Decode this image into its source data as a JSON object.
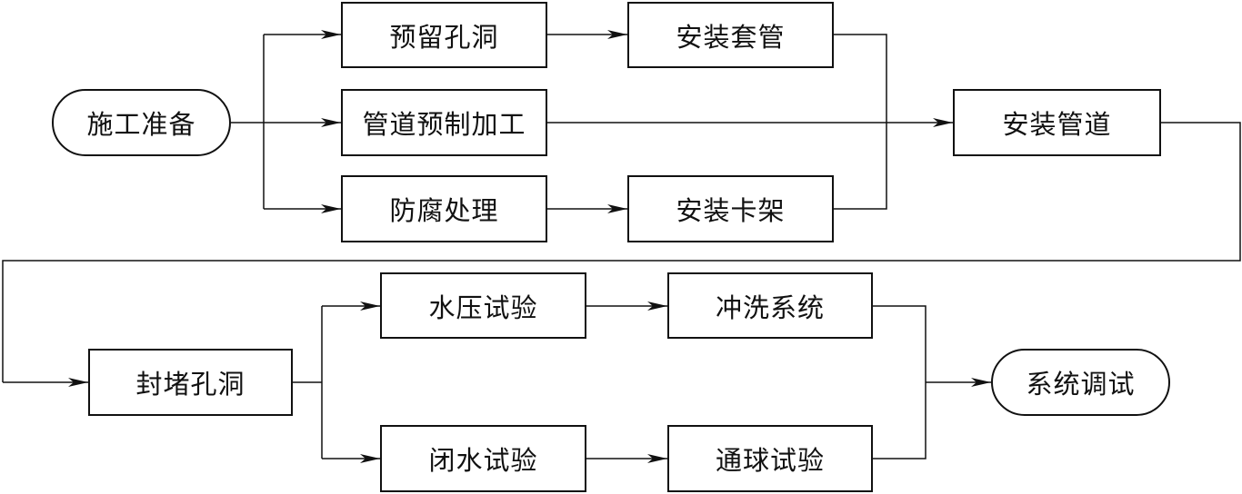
{
  "nodes": {
    "start": "施工准备",
    "reserve_holes": "预留孔洞",
    "install_sleeve": "安装套管",
    "pipe_prefab": "管道预制加工",
    "install_pipe": "安装管道",
    "anticorrosion": "防腐处理",
    "install_bracket": "安装卡架",
    "seal_holes": "封堵孔洞",
    "pressure_test": "水压试验",
    "flush_system": "冲洗系统",
    "water_close_test": "闭水试验",
    "ball_test": "通球试验",
    "end": "系统调试"
  },
  "colors": {
    "stroke": "#111111",
    "background": "#ffffff"
  }
}
